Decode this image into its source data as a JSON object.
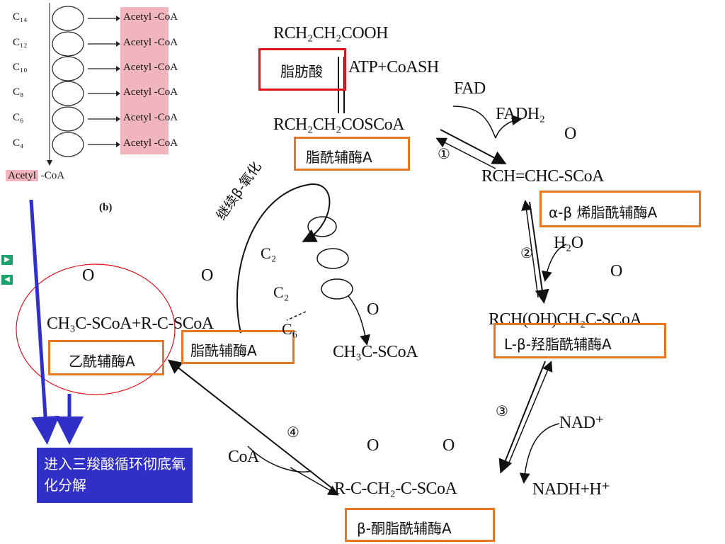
{
  "beta_seq": {
    "rows": [
      {
        "chain": "C₁₄",
        "product": "Acetyl",
        "suffix": " -CoA"
      },
      {
        "chain": "C₁₂",
        "product": "Acetyl",
        "suffix": " -CoA"
      },
      {
        "chain": "C₁₀",
        "product": "Acetyl",
        "suffix": " -CoA"
      },
      {
        "chain": "C₈",
        "product": "Acetyl",
        "suffix": " -CoA"
      },
      {
        "chain": "C₆",
        "product": "Acetyl",
        "suffix": " -CoA"
      },
      {
        "chain": "C₄",
        "product": "Acetyl",
        "suffix": " -CoA"
      }
    ],
    "final_product": "Acetyl",
    "final_suffix": " -CoA",
    "panel_label": "(b)"
  },
  "cycle": {
    "fatty_acid_formula": "RCH₂CH₂COOH",
    "fatty_acid_label": "脂肪酸",
    "activation_reagents": "ATP+CoASH",
    "acyl_coa_formula": "RCH₂CH₂COSCoA",
    "acyl_coa_label": "脂酰辅酶A",
    "step1": "①",
    "fad": "FAD",
    "fadh2": "FADH₂",
    "enoyl_o": "O",
    "enoyl_formula": "RCH=CHC-SCoA",
    "enoyl_label": "α-β 烯脂酰辅酶A",
    "step2": "②",
    "water": "H₂O",
    "hydroxy_o": "O",
    "hydroxy_formula": "RCH(OH)CH₂C-SCoA",
    "hydroxy_label": "L-β-羟脂酰辅酶A",
    "step3": "③",
    "nad": "NAD⁺",
    "nadh": "NADH+H⁺",
    "keto_o1": "O",
    "keto_o2": "O",
    "keto_formula": "R-C-CH₂-C-SCoA",
    "keto_label": "β-酮脂酰辅酶A",
    "step4": "④",
    "coa": "CoA",
    "products_o1": "O",
    "products_o2": "O",
    "products_formula": "CH₃C-SCoA+R-C-SCoA",
    "acetyl_coa_label": "乙酰辅酶A",
    "new_acyl_label": "脂酰辅酶A",
    "repeat_label": "继续β-氧化",
    "spiral_c2a": "C₂",
    "spiral_c2b": "C₂",
    "spiral_c6": "C₆",
    "side_o": "O",
    "side_formula": "CH₃C-SCoA"
  },
  "tca_note": "进入三羧酸循环彻底氧化分解",
  "colors": {
    "orange_box": "#e87722",
    "red_box": "#e0101a",
    "acetyl_highlight": "#f1b6bd",
    "blue_arrow": "#3030c8",
    "circle": "#e0101a",
    "nav_button": "#1aa36b"
  },
  "nav_icons": [
    "play-forward-icon",
    "play-back-icon"
  ]
}
